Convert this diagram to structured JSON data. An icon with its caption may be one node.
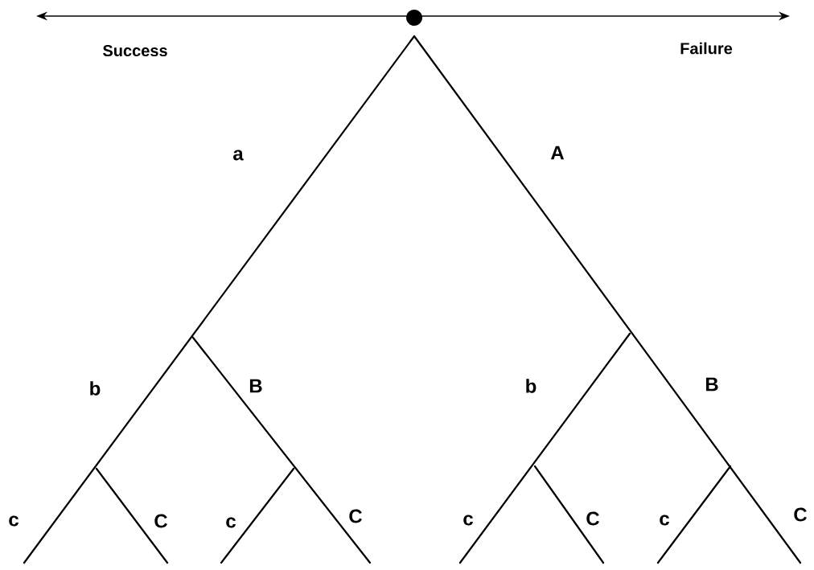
{
  "diagram": {
    "nodes": [
      {
        "text": [],
        "shape": "circle"
      }
    ],
    "labels": [
      "Success",
      "Failure",
      "a",
      "A",
      "b",
      "B",
      "b",
      "B",
      "c",
      "C",
      "c",
      "C",
      "c",
      "C",
      "c",
      "C"
    ]
  }
}
